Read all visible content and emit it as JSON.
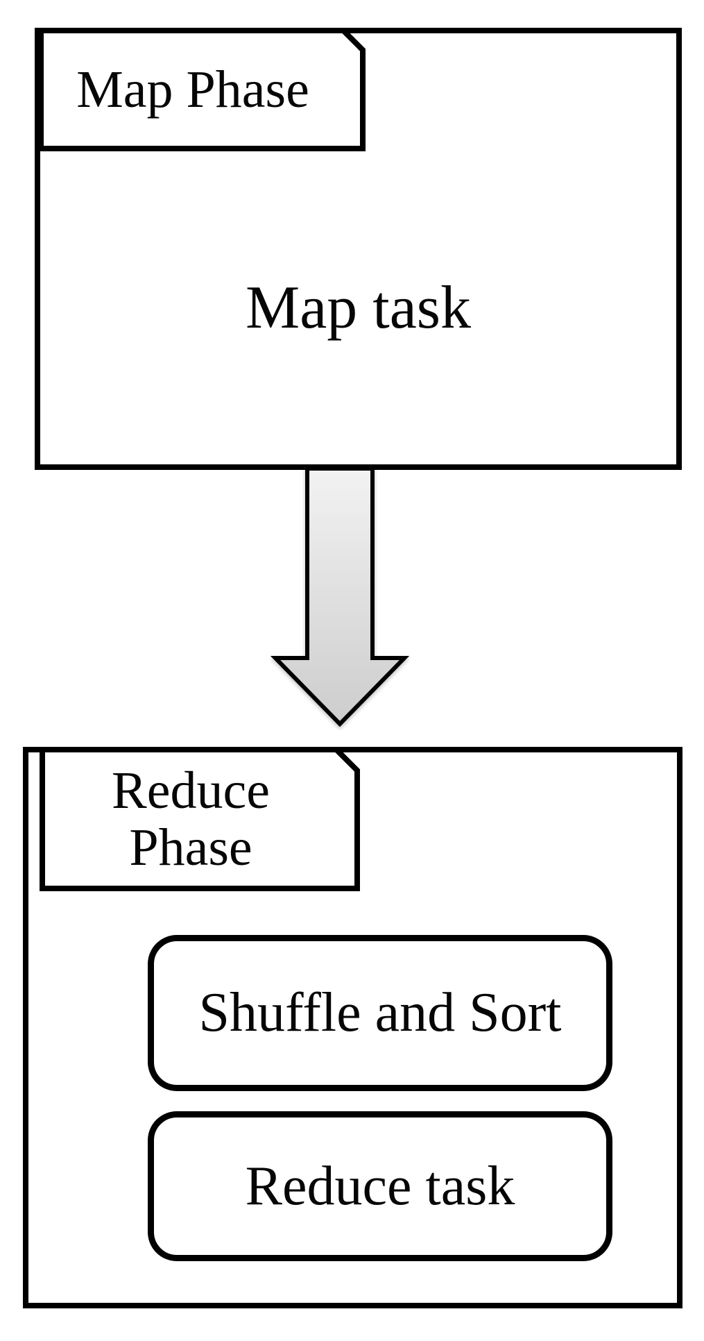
{
  "diagram": {
    "title_semantic": "MapReduce phases flow diagram",
    "map_phase": {
      "tab_label": "Map Phase",
      "task_label": "Map task"
    },
    "arrow": {
      "direction": "down",
      "fill_top": "#f2f2f2",
      "fill_bottom": "#cdcdcd",
      "outline_color": "#000000"
    },
    "reduce_phase": {
      "tab_label": "Reduce\nPhase",
      "tasks": [
        "Shuffle and Sort",
        "Reduce task"
      ]
    },
    "colors": {
      "line": "#000000",
      "background": "#ffffff",
      "text": "#060606"
    }
  }
}
